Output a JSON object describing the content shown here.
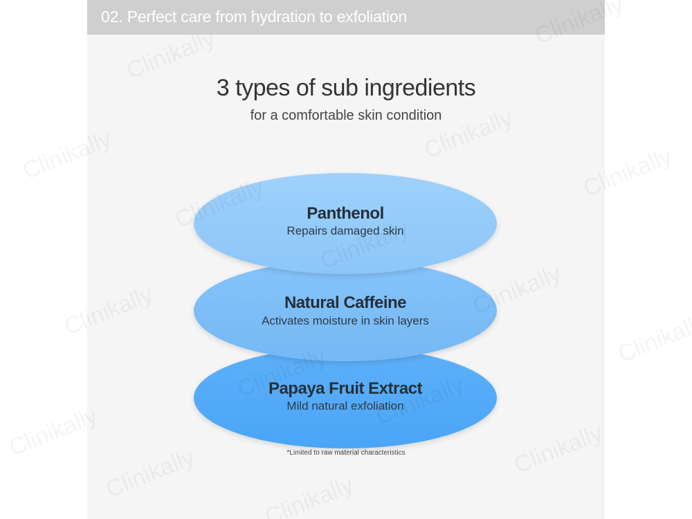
{
  "header": {
    "text": "02. Perfect care from hydration to exfoliation"
  },
  "title": "3 types of sub ingredients",
  "subtitle": "for a comfortable skin condition",
  "ingredients": [
    {
      "name": "Panthenol",
      "description": "Repairs damaged skin"
    },
    {
      "name": "Natural Caffeine",
      "description": "Activates moisture in skin layers"
    },
    {
      "name": "Papaya Fruit Extract",
      "description": "Mild natural exfoliation"
    }
  ],
  "footnote": "*Limited to raw material characteristics",
  "watermark": "Clinikally",
  "colors": {
    "header_bg": "#cfcfcf",
    "panel_bg": "#f5f5f5",
    "layer_1": "#96cdfa",
    "layer_2": "#7dbdf7",
    "layer_3": "#52aaf7",
    "text_dark": "#23303a"
  }
}
